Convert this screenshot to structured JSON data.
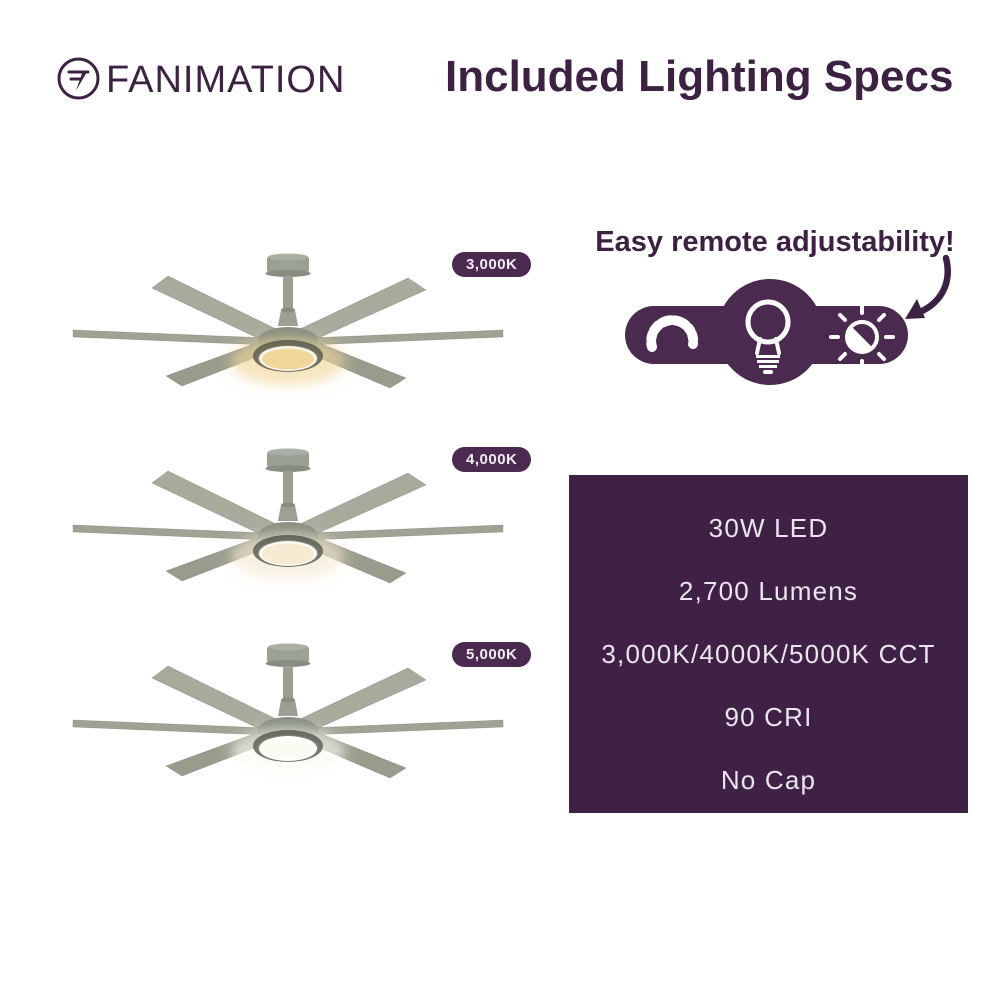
{
  "header": {
    "brand": "FANIMATION",
    "title": "Included Lighting Specs"
  },
  "fans": [
    {
      "badge": "3,000K",
      "light_color": "#f1d79c"
    },
    {
      "badge": "4,000K",
      "light_color": "#f6ead2"
    },
    {
      "badge": "5,000K",
      "light_color": "#fbfaf3"
    }
  ],
  "remote": {
    "heading": "Easy remote adjustability!",
    "icons": [
      "dimmer-dial-icon",
      "light-bulb-icon",
      "brightness-adjust-icon"
    ],
    "arrow": "curved-arrow-icon"
  },
  "specs": {
    "lines": [
      "30W LED",
      "2,700 Lumens",
      "3,000K/4000K/5000K CCT",
      "90 CRI",
      "No Cap"
    ]
  },
  "colors": {
    "brand_purple": "#3d2142",
    "panel_purple": "#3f2145",
    "badge_purple": "#4a2a4e",
    "spec_text": "#ebe5ed",
    "blade_grey": "#a0a393",
    "metal_grey": "#9aa094",
    "ring_grey": "#4f5449"
  }
}
